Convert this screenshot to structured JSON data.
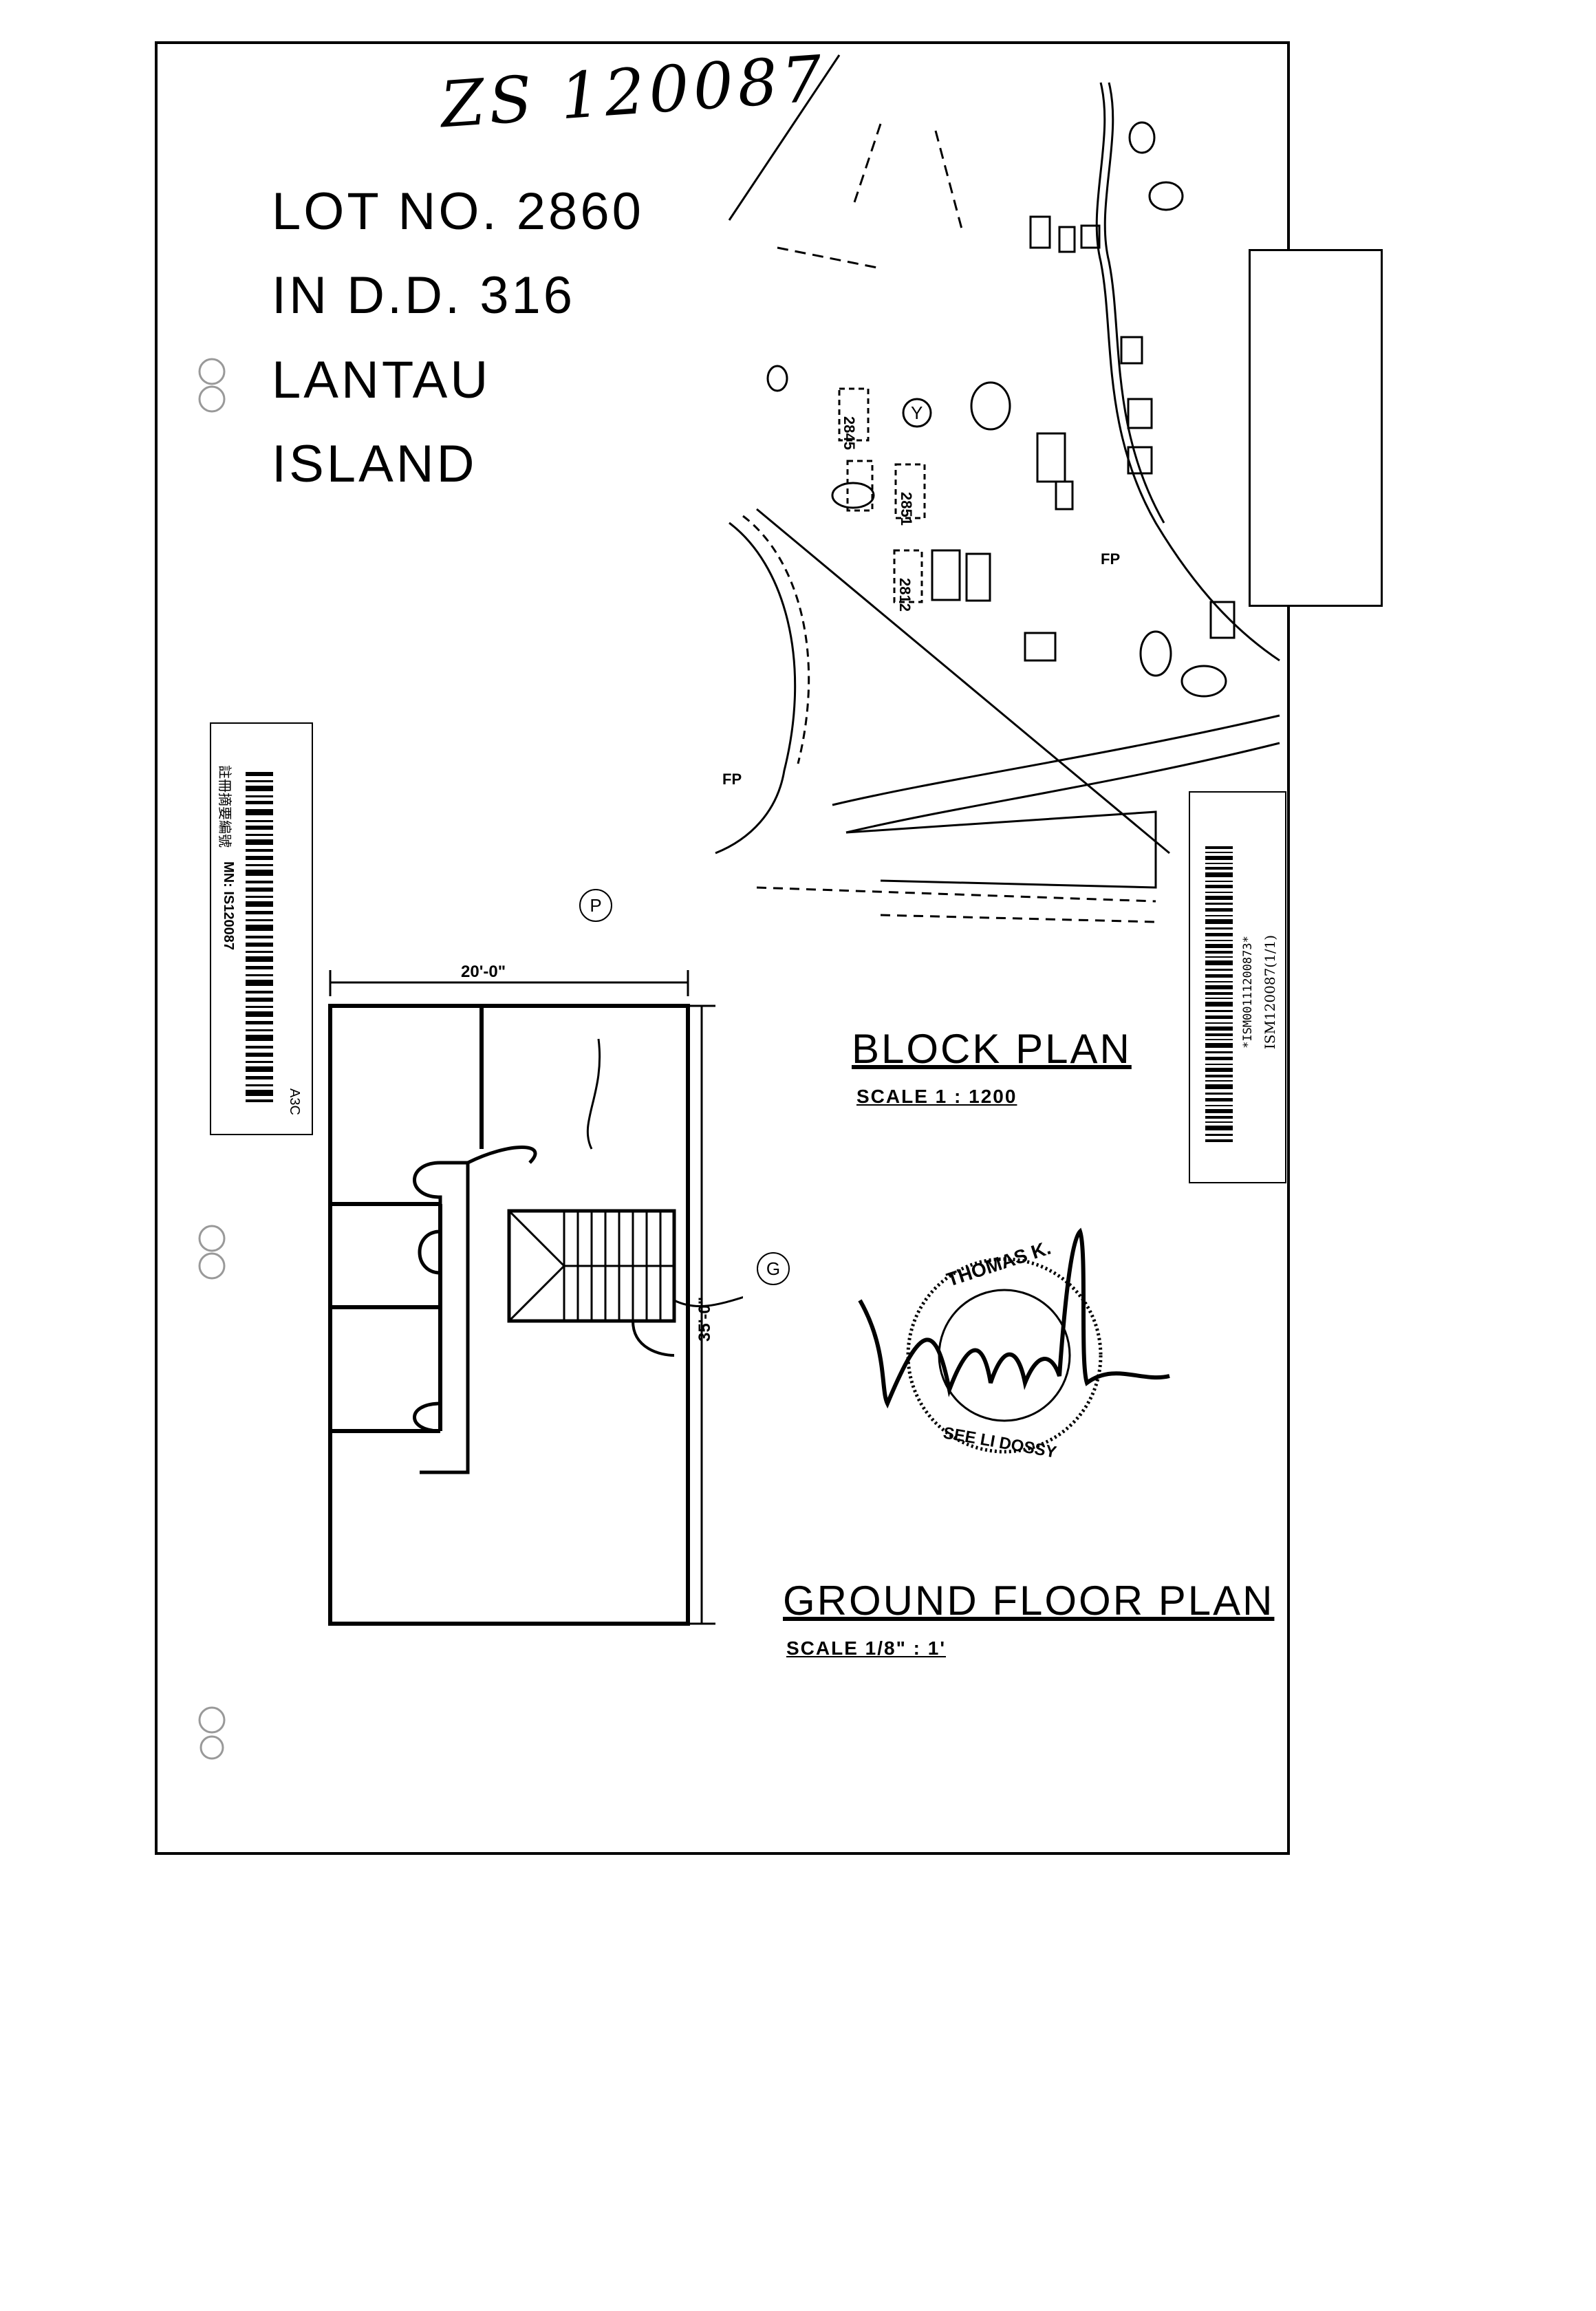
{
  "handwritten_ref": "ZS 120087",
  "lot_lines": [
    "LOT NO. 2860",
    "IN D.D. 316",
    "LANTAU",
    "ISLAND"
  ],
  "block_plan": {
    "title": "BLOCK PLAN",
    "scale": "SCALE 1 : 1200",
    "lot_labels": [
      "2845",
      "2851",
      "2812"
    ],
    "marker": "Y",
    "road_labels": [
      "FP",
      "FP"
    ]
  },
  "ground_floor_plan": {
    "title": "GROUND FLOOR PLAN",
    "scale": "SCALE 1/8\" : 1'",
    "width_dim": "20'-0\"",
    "depth_dim": "35'-0\"",
    "markers": [
      "P",
      "G"
    ]
  },
  "barcode_left": {
    "chinese_label": "註冊摘要編號",
    "memo_no": "MN: IS120087",
    "code": "A3C"
  },
  "barcode_right": {
    "code_text": "*ISM00111200873*",
    "memo_text": "ISM120087(1/1)"
  },
  "stamp": {
    "name": "THOMAS K.",
    "lower": "SEE LI DOSSY"
  },
  "colors": {
    "ink": "#000000",
    "paper": "#ffffff"
  }
}
